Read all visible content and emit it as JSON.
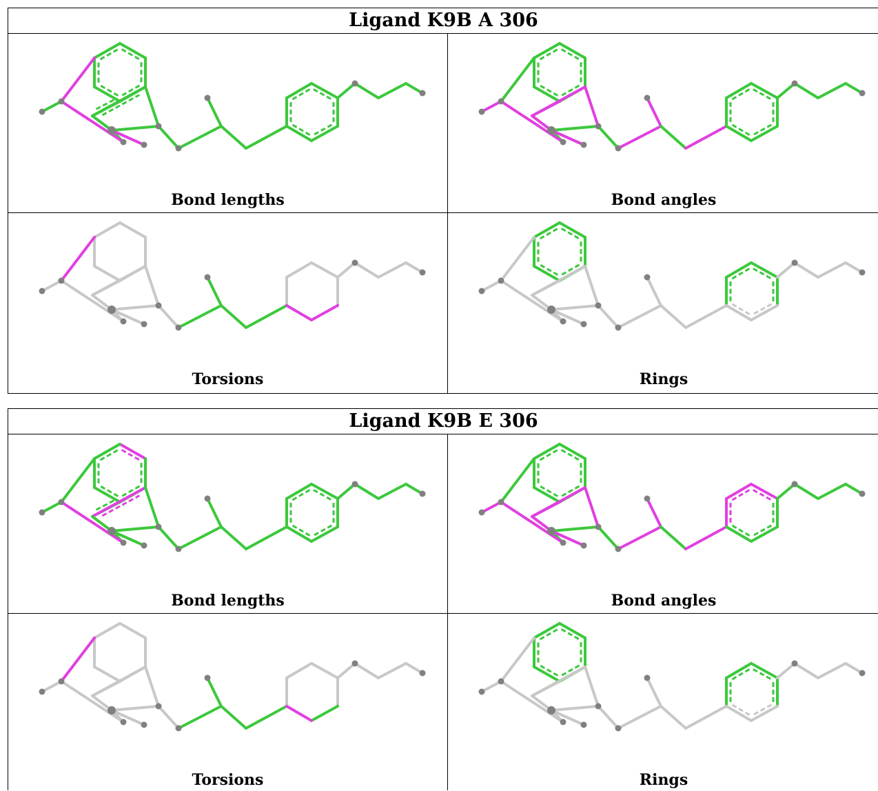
{
  "panels": [
    {
      "title": "Ligand K9B A 306",
      "cells": [
        {
          "caption": "Bond lengths",
          "colors": [
            "g",
            "g",
            "g",
            "g",
            "g",
            "g",
            "m",
            "g",
            "g",
            "g",
            "g",
            "g",
            "m",
            "g",
            "m",
            "g",
            "g",
            "g",
            "g",
            "g",
            "g",
            "g",
            "g",
            "g",
            "g",
            "g",
            "g",
            "g"
          ],
          "dashed": [
            "r1",
            "r2",
            "r3"
          ]
        },
        {
          "caption": "Bond angles",
          "colors": [
            "g",
            "g",
            "g",
            "g",
            "g",
            "g",
            "g",
            "m",
            "m",
            "m",
            "g",
            "g",
            "m",
            "m",
            "m",
            "m",
            "g",
            "m",
            "m",
            "g",
            "m",
            "g",
            "g",
            "g",
            "g",
            "g",
            "g",
            "g"
          ],
          "dashed": [
            "r1",
            "r3"
          ]
        },
        {
          "caption": "Torsions",
          "colors": [
            "x",
            "x",
            "x",
            "x",
            "x",
            "x",
            "m",
            "x",
            "x",
            "x",
            "x",
            "x",
            "x",
            "x",
            "x",
            "x",
            "x",
            "g",
            "g",
            "g",
            "g",
            "x",
            "x",
            "x",
            "x",
            "m",
            "m",
            "x"
          ],
          "dashed": []
        },
        {
          "caption": "Rings",
          "colors": [
            "g",
            "g",
            "g",
            "g",
            "g",
            "g",
            "x",
            "x",
            "x",
            "x",
            "x",
            "x",
            "x",
            "x",
            "x",
            "x",
            "x",
            "x",
            "x",
            "x",
            "x",
            "g",
            "g",
            "g",
            "g",
            "x",
            "x",
            "x"
          ],
          "dashed": [
            "r1",
            "r3"
          ]
        }
      ]
    },
    {
      "title": "Ligand K9B E 306",
      "cells": [
        {
          "caption": "Bond lengths",
          "colors": [
            "m",
            "g",
            "g",
            "g",
            "g",
            "g",
            "g",
            "g",
            "m",
            "g",
            "g",
            "g",
            "g",
            "g",
            "m",
            "g",
            "g",
            "g",
            "g",
            "g",
            "g",
            "g",
            "g",
            "g",
            "g",
            "g",
            "g",
            "g"
          ],
          "dashed": [
            "r1",
            "r2",
            "r3"
          ]
        },
        {
          "caption": "Bond angles",
          "colors": [
            "g",
            "g",
            "g",
            "g",
            "g",
            "g",
            "g",
            "m",
            "m",
            "m",
            "g",
            "g",
            "m",
            "m",
            "m",
            "m",
            "g",
            "m",
            "m",
            "g",
            "m",
            "m",
            "m",
            "m",
            "g",
            "g",
            "g",
            "g"
          ],
          "dashed": [
            "r1",
            "r3"
          ]
        },
        {
          "caption": "Torsions",
          "colors": [
            "x",
            "x",
            "x",
            "x",
            "x",
            "x",
            "m",
            "x",
            "x",
            "x",
            "x",
            "x",
            "x",
            "x",
            "x",
            "x",
            "x",
            "g",
            "g",
            "g",
            "g",
            "x",
            "x",
            "x",
            "x",
            "g",
            "m",
            "x"
          ],
          "dashed": []
        },
        {
          "caption": "Rings",
          "colors": [
            "g",
            "g",
            "g",
            "g",
            "g",
            "g",
            "x",
            "x",
            "x",
            "x",
            "x",
            "x",
            "x",
            "x",
            "x",
            "x",
            "x",
            "x",
            "x",
            "x",
            "x",
            "g",
            "g",
            "g",
            "g",
            "x",
            "x",
            "x"
          ],
          "dashed": [
            "r1",
            "r3"
          ]
        }
      ]
    }
  ],
  "palette": {
    "g": "#3cc83c",
    "m": "#e040e0",
    "x": "#c8c8c8",
    "atom": "#808080"
  }
}
